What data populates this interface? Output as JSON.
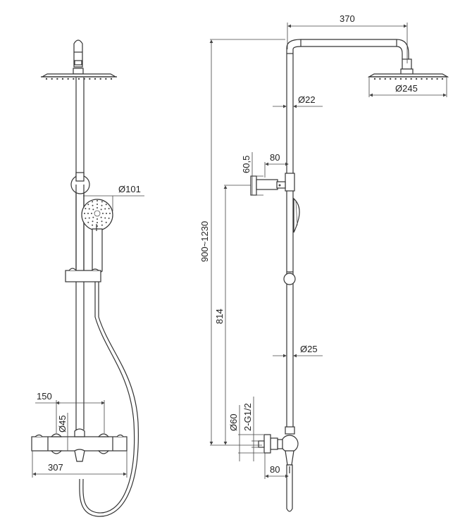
{
  "drawing": {
    "front_view": {
      "dimensions": {
        "hand_shower_diameter": "Ø101",
        "valve_spacing": "150",
        "valve_diameter": "Ø45",
        "body_width": "307"
      }
    },
    "side_view": {
      "dimensions": {
        "arm_reach": "370",
        "riser_top_diameter": "Ø22",
        "head_diameter": "Ø245",
        "bracket_height": "60,5",
        "bracket_projection": "80",
        "height_range": "900~1230",
        "riser_length": "814",
        "riser_diameter": "Ø25",
        "flange_diameter": "Ø60",
        "inlet_thread": "2-G1/2",
        "valve_projection": "80"
      }
    }
  }
}
